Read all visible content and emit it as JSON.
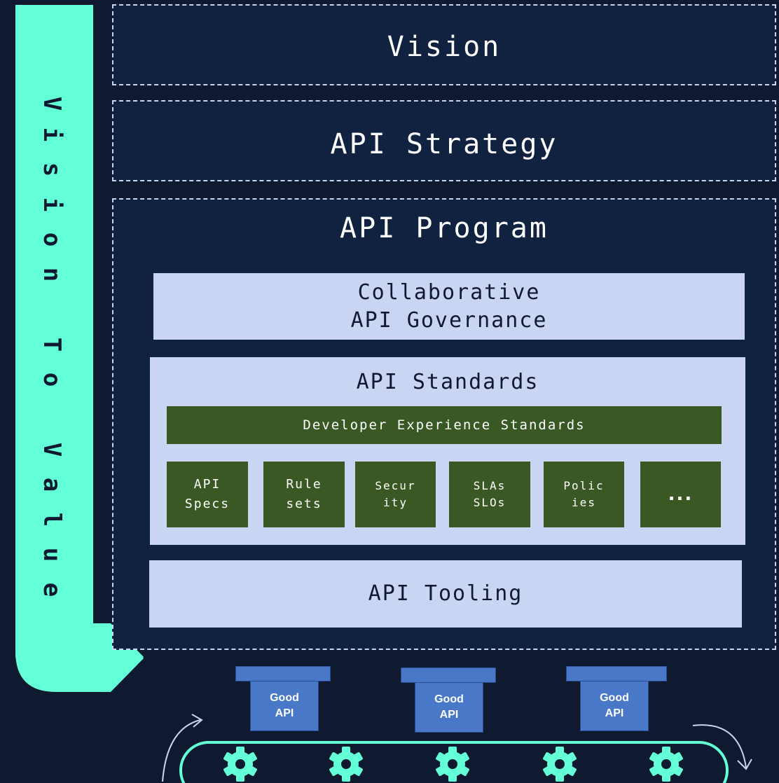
{
  "vertical_label": "Vision To Value",
  "vertical_letters": [
    "V",
    "i",
    "s",
    "i",
    "o",
    "n",
    "",
    "T",
    "o",
    "",
    "V",
    "a",
    "l",
    "u",
    "e"
  ],
  "layers": {
    "vision": "Vision",
    "api_strategy": "API Strategy",
    "api_program": "API Program"
  },
  "governance": {
    "line1": "Collaborative",
    "line2": "API Governance"
  },
  "standards": {
    "title": "API Standards",
    "developer_experience": "Developer Experience Standards",
    "items": [
      {
        "line1": "API",
        "line2": "Specs"
      },
      {
        "line1": "Rule",
        "line2": "sets"
      },
      {
        "line1": "Secur",
        "line2": "ity"
      },
      {
        "line1": "SLAs",
        "line2": "SLOs"
      },
      {
        "line1": "Polic",
        "line2": "ies"
      },
      {
        "line1": "...",
        "line2": ""
      }
    ]
  },
  "tooling": "API Tooling",
  "good_apis": [
    {
      "line1": "Good",
      "line2": "API"
    },
    {
      "line1": "Good",
      "line2": "API"
    },
    {
      "line1": "Good",
      "line2": "API"
    }
  ],
  "colors": {
    "background": "#0f1a30",
    "panel": "#112140",
    "accent_teal": "#63ffd6",
    "light_panel": "#cad5f3",
    "green": "#3a5824",
    "api_blue": "#4a78c8"
  }
}
